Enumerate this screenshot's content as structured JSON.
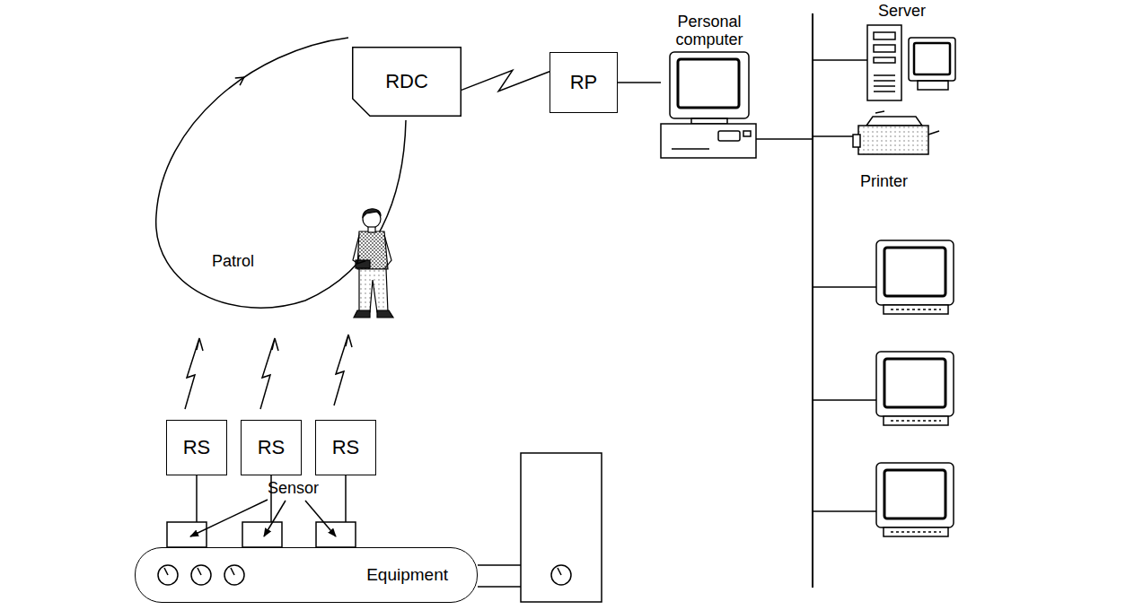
{
  "diagram": {
    "nodes": [
      {
        "text": [
          "RDC"
        ]
      },
      {
        "text": [
          "RP"
        ]
      },
      {
        "text": [
          "RS"
        ]
      },
      {
        "text": [
          "RS"
        ]
      },
      {
        "text": [
          "RS"
        ]
      },
      {
        "text": [
          "Equipment"
        ]
      }
    ],
    "edges": [
      {
        "from": 0,
        "to": 1,
        "arrow": "none"
      }
    ],
    "labels": [
      "Personal computer",
      "Server",
      "Printer",
      "Patrol",
      "Sensor"
    ]
  }
}
